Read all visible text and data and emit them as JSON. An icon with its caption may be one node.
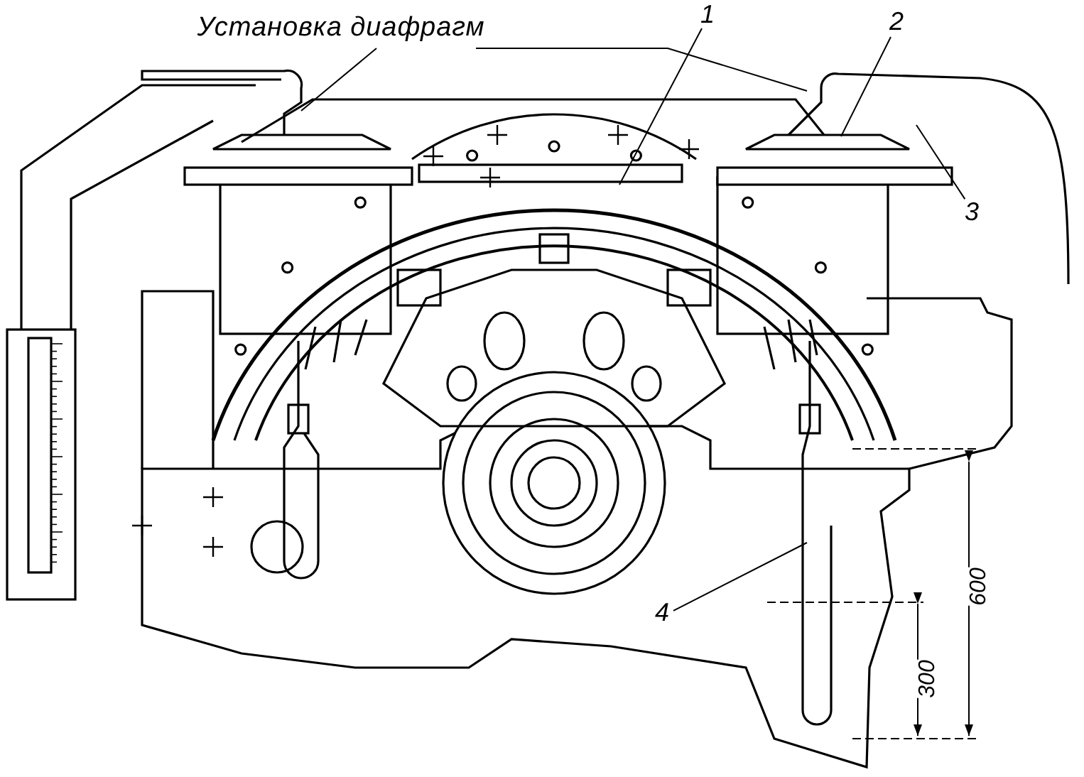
{
  "diagram": {
    "nodes": [
      {
        "text": [
          "Установка диафрагм"
        ]
      },
      {
        "text": [
          "1"
        ]
      },
      {
        "text": [
          "2"
        ]
      },
      {
        "text": [
          "3"
        ]
      },
      {
        "text": [
          "4"
        ]
      }
    ],
    "edges": [
      {
        "from": 0,
        "to": null,
        "arrow": "none"
      },
      {
        "from": 0,
        "to": null,
        "arrow": "none"
      },
      {
        "from": 1,
        "to": null,
        "arrow": "none"
      },
      {
        "from": 2,
        "to": null,
        "arrow": "none"
      },
      {
        "from": 3,
        "to": null,
        "arrow": "none"
      },
      {
        "from": 4,
        "to": null,
        "arrow": "none"
      }
    ],
    "labels": [
      "600",
      "300"
    ]
  }
}
